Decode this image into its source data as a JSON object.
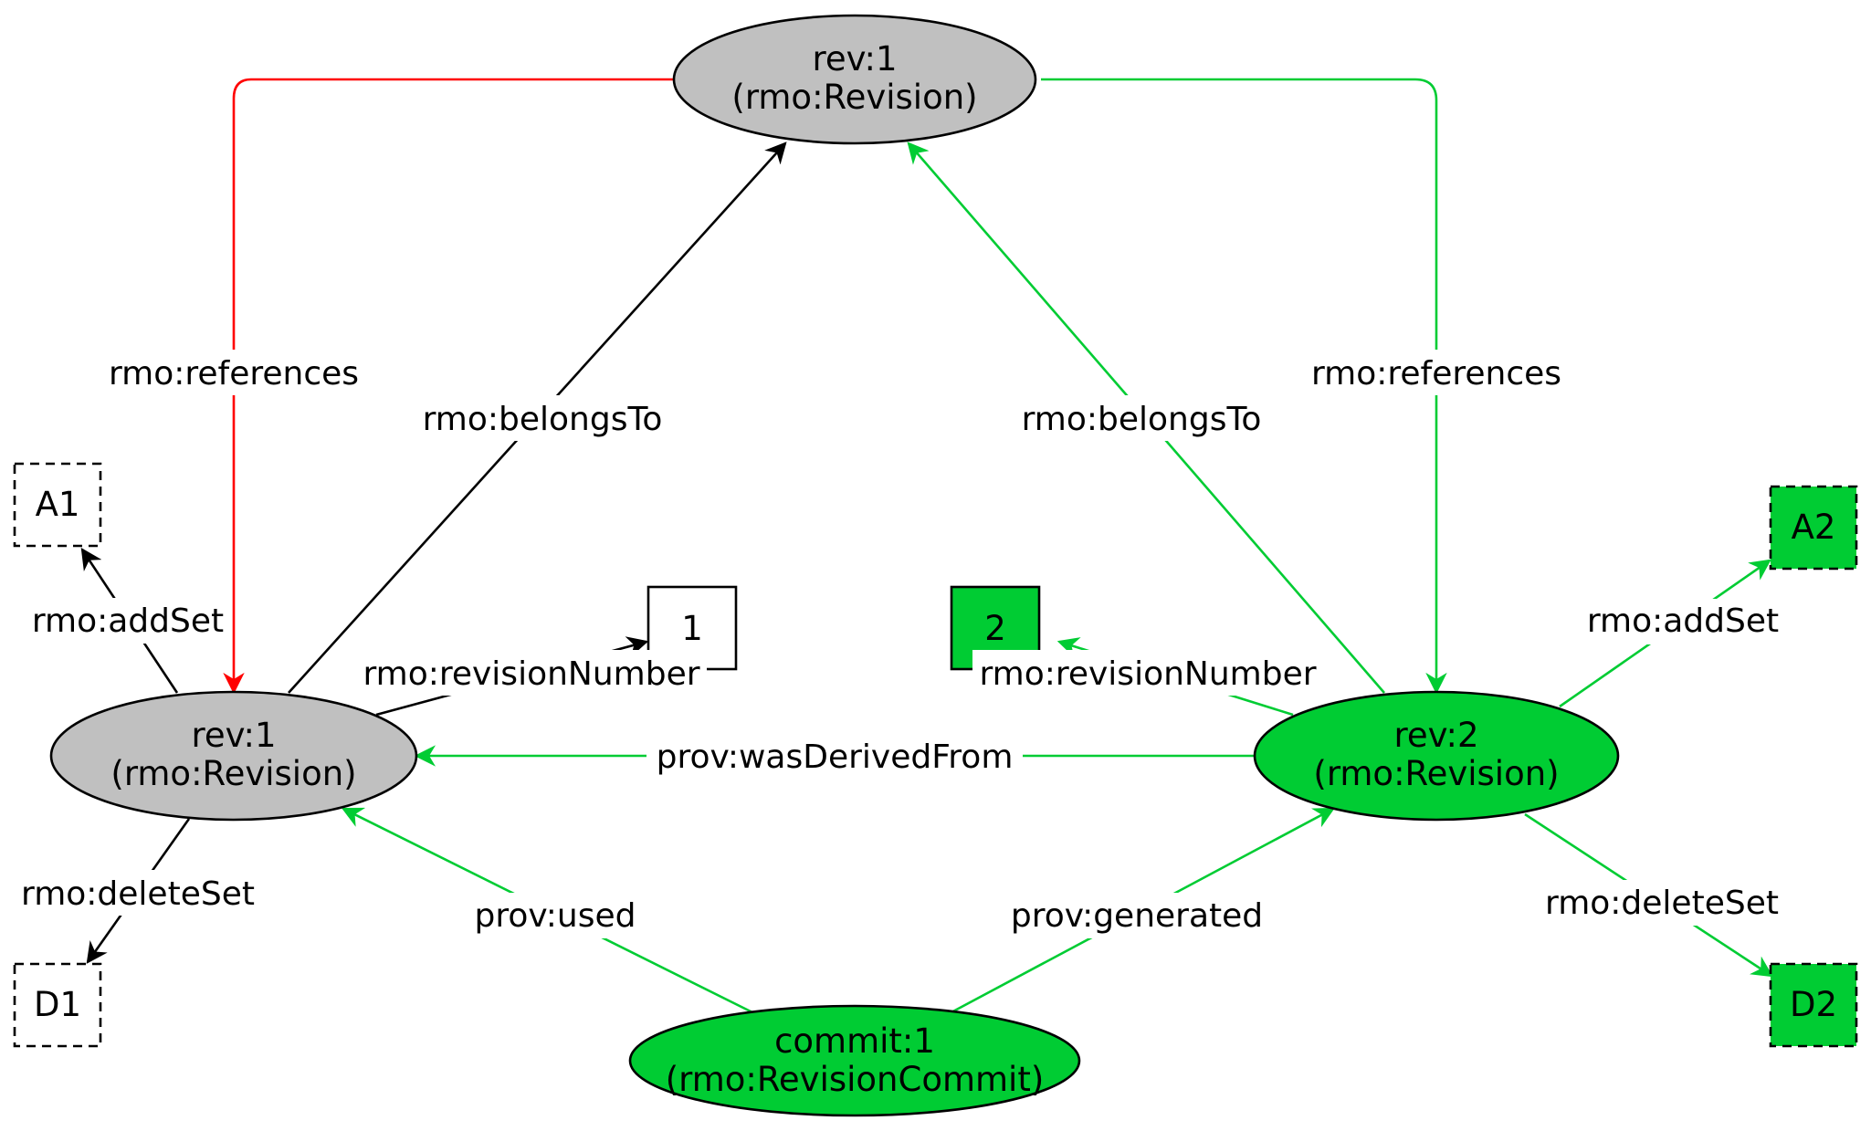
{
  "colors": {
    "gray_node": "#c0c0c0",
    "green_node": "#00cc33",
    "green_edge": "#00cc33",
    "red_edge": "#ff0000",
    "black_edge": "#000000"
  },
  "nodes": {
    "rev1_top": {
      "line1": "rev:1",
      "line2": "(rmo:Revision)"
    },
    "rev1_left": {
      "line1": "rev:1",
      "line2": "(rmo:Revision)"
    },
    "rev2": {
      "line1": "rev:2",
      "line2": "(rmo:Revision)"
    },
    "commit1": {
      "line1": "commit:1",
      "line2": "(rmo:RevisionCommit)"
    },
    "a1": "A1",
    "d1": "D1",
    "a2": "A2",
    "d2": "D2",
    "num1": "1",
    "num2": "2"
  },
  "edges": {
    "references_left": "rmo:references",
    "references_right": "rmo:references",
    "belongsto_left": "rmo:belongsTo",
    "belongsto_right": "rmo:belongsTo",
    "addset_left": "rmo:addSet",
    "addset_right": "rmo:addSet",
    "deleteset_left": "rmo:deleteSet",
    "deleteset_right": "rmo:deleteSet",
    "revnum_left": "rmo:revisionNumber",
    "revnum_right": "rmo:revisionNumber",
    "derived": "prov:wasDerivedFrom",
    "used": "prov:used",
    "generated": "prov:generated"
  }
}
